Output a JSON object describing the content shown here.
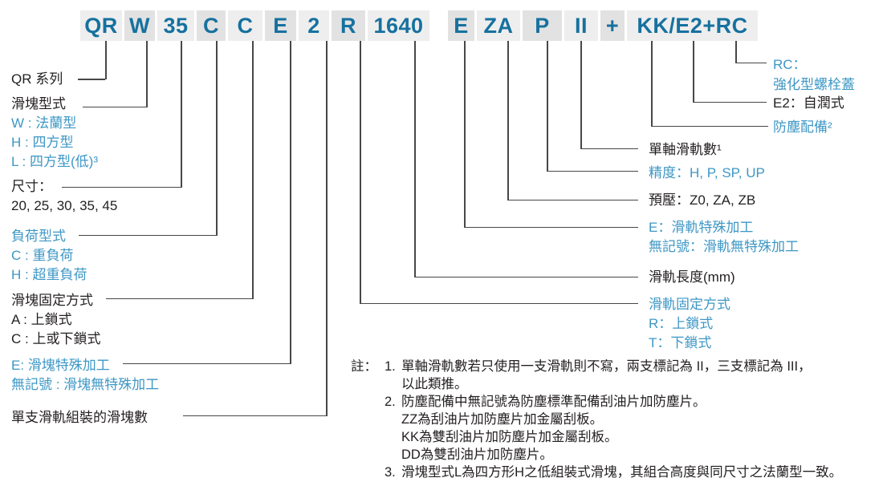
{
  "colors": {
    "code_text_blue": "#16719f",
    "accent_blue": "#3e97c5",
    "text_black": "#231f20",
    "segment_bg_light": "#eeeeee",
    "segment_bg_dark": "#e2e2e2",
    "connector_line": "#47474a"
  },
  "model_code": {
    "segments": [
      "QR",
      "W",
      "35",
      "C",
      "C",
      "E",
      "2",
      "R",
      "1640",
      "E",
      "ZA",
      "P",
      "II",
      "+",
      "KK/E2+RC"
    ]
  },
  "left_labels": {
    "series": "QR 系列",
    "block_type": {
      "title": "滑塊型式",
      "options": [
        "W : 法蘭型",
        "H : 四方型",
        "L : 四方型(低)³"
      ]
    },
    "size": {
      "title": "尺寸：",
      "options": [
        "20, 25, 30, 35, 45"
      ]
    },
    "load_type": {
      "title": "負荷型式",
      "options": [
        "C : 重負荷",
        "H : 超重負荷"
      ]
    },
    "block_mounting": {
      "title": "滑塊固定方式",
      "options": [
        "A : 上鎖式",
        "C : 上或下鎖式"
      ]
    },
    "block_special": {
      "title": "E: 滑塊特殊加工",
      "options": [
        "無記號 : 滑塊無特殊加工"
      ]
    },
    "blocks_per_rail": "單支滑軌組裝的滑塊數"
  },
  "right_labels": {
    "rails_number": "單軸滑軌數¹",
    "precision": "精度：H, P, SP, UP",
    "preload": "預壓：Z0, ZA, ZB",
    "rail_special": {
      "line1": "E：滑軌特殊加工",
      "line2": "無記號：滑軌無特殊加工"
    },
    "rail_length": "滑軌長度(mm)",
    "rail_mounting": {
      "title": "滑軌固定方式",
      "options": [
        "R：上鎖式",
        "T：下鎖式"
      ]
    },
    "rc": {
      "line1": "RC：",
      "line2": "強化型螺栓蓋"
    },
    "e2": "E2：自潤式",
    "dust": "防塵配備²"
  },
  "notes": {
    "prefix": "註：",
    "items": [
      {
        "number": "1.",
        "lines": [
          "單軸滑軌數若只使用一支滑軌則不寫，兩支標記為 II，三支標記為 III，",
          "以此類推。"
        ]
      },
      {
        "number": "2.",
        "lines": [
          "防塵配備中無記號為防塵標準配備刮油片加防塵片。",
          "ZZ為刮油片加防塵片加金屬刮板。",
          "KK為雙刮油片加防塵片加金屬刮板。",
          "DD為雙刮油片加防塵片。"
        ]
      },
      {
        "number": "3.",
        "lines": [
          "滑塊型式L為四方形H之低組裝式滑塊，其組合高度與同尺寸之法蘭型一致。"
        ]
      }
    ]
  }
}
